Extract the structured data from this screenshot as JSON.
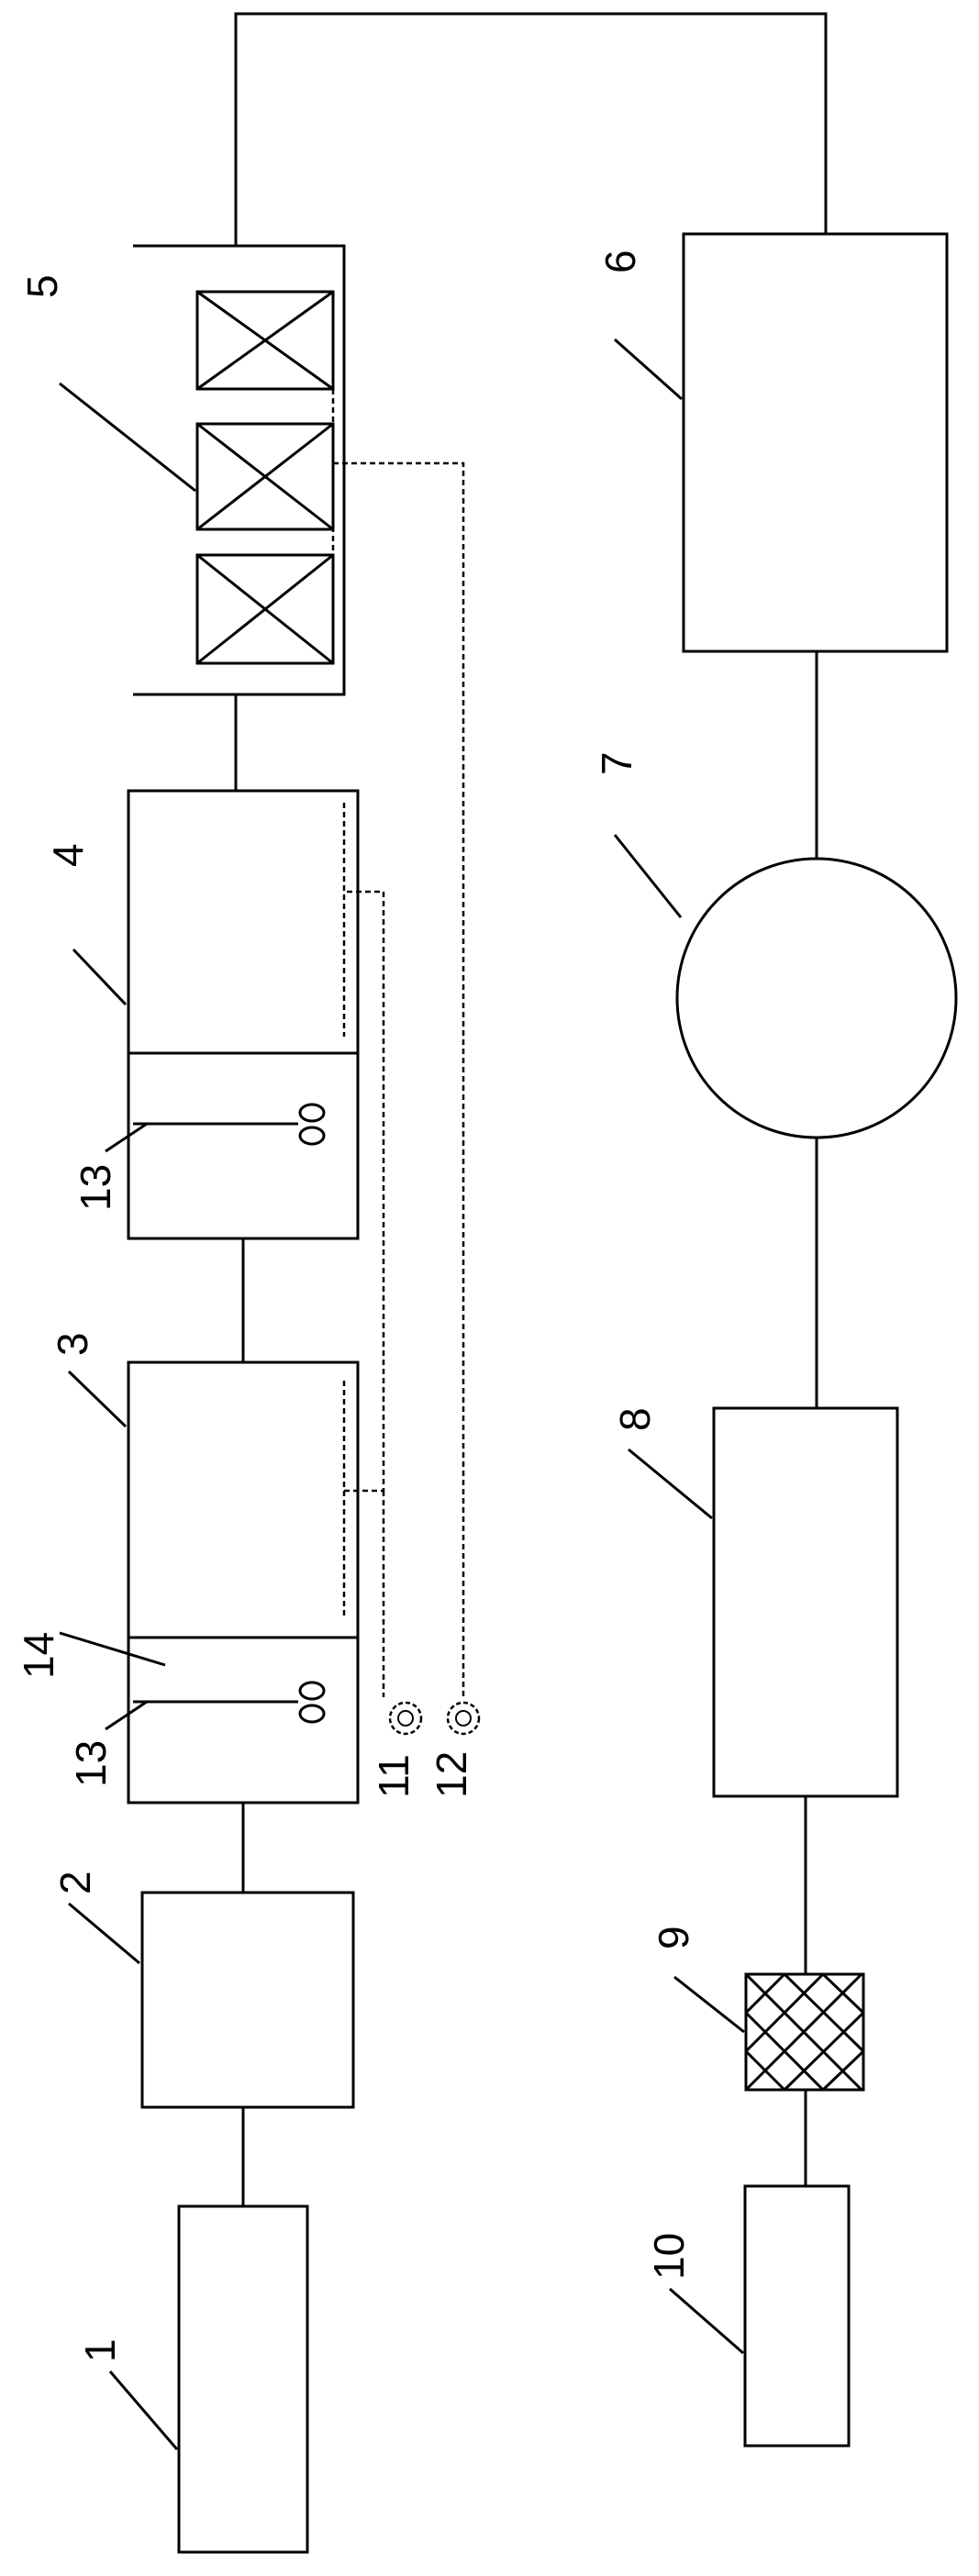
{
  "labels": {
    "n1": "1",
    "n2": "2",
    "n3": "3",
    "n4": "4",
    "n5": "5",
    "n6": "6",
    "n7": "7",
    "n8": "8",
    "n9": "9",
    "n10": "10",
    "n11": "11",
    "n12": "12",
    "n13a": "13",
    "n13b": "13",
    "n14": "14"
  }
}
